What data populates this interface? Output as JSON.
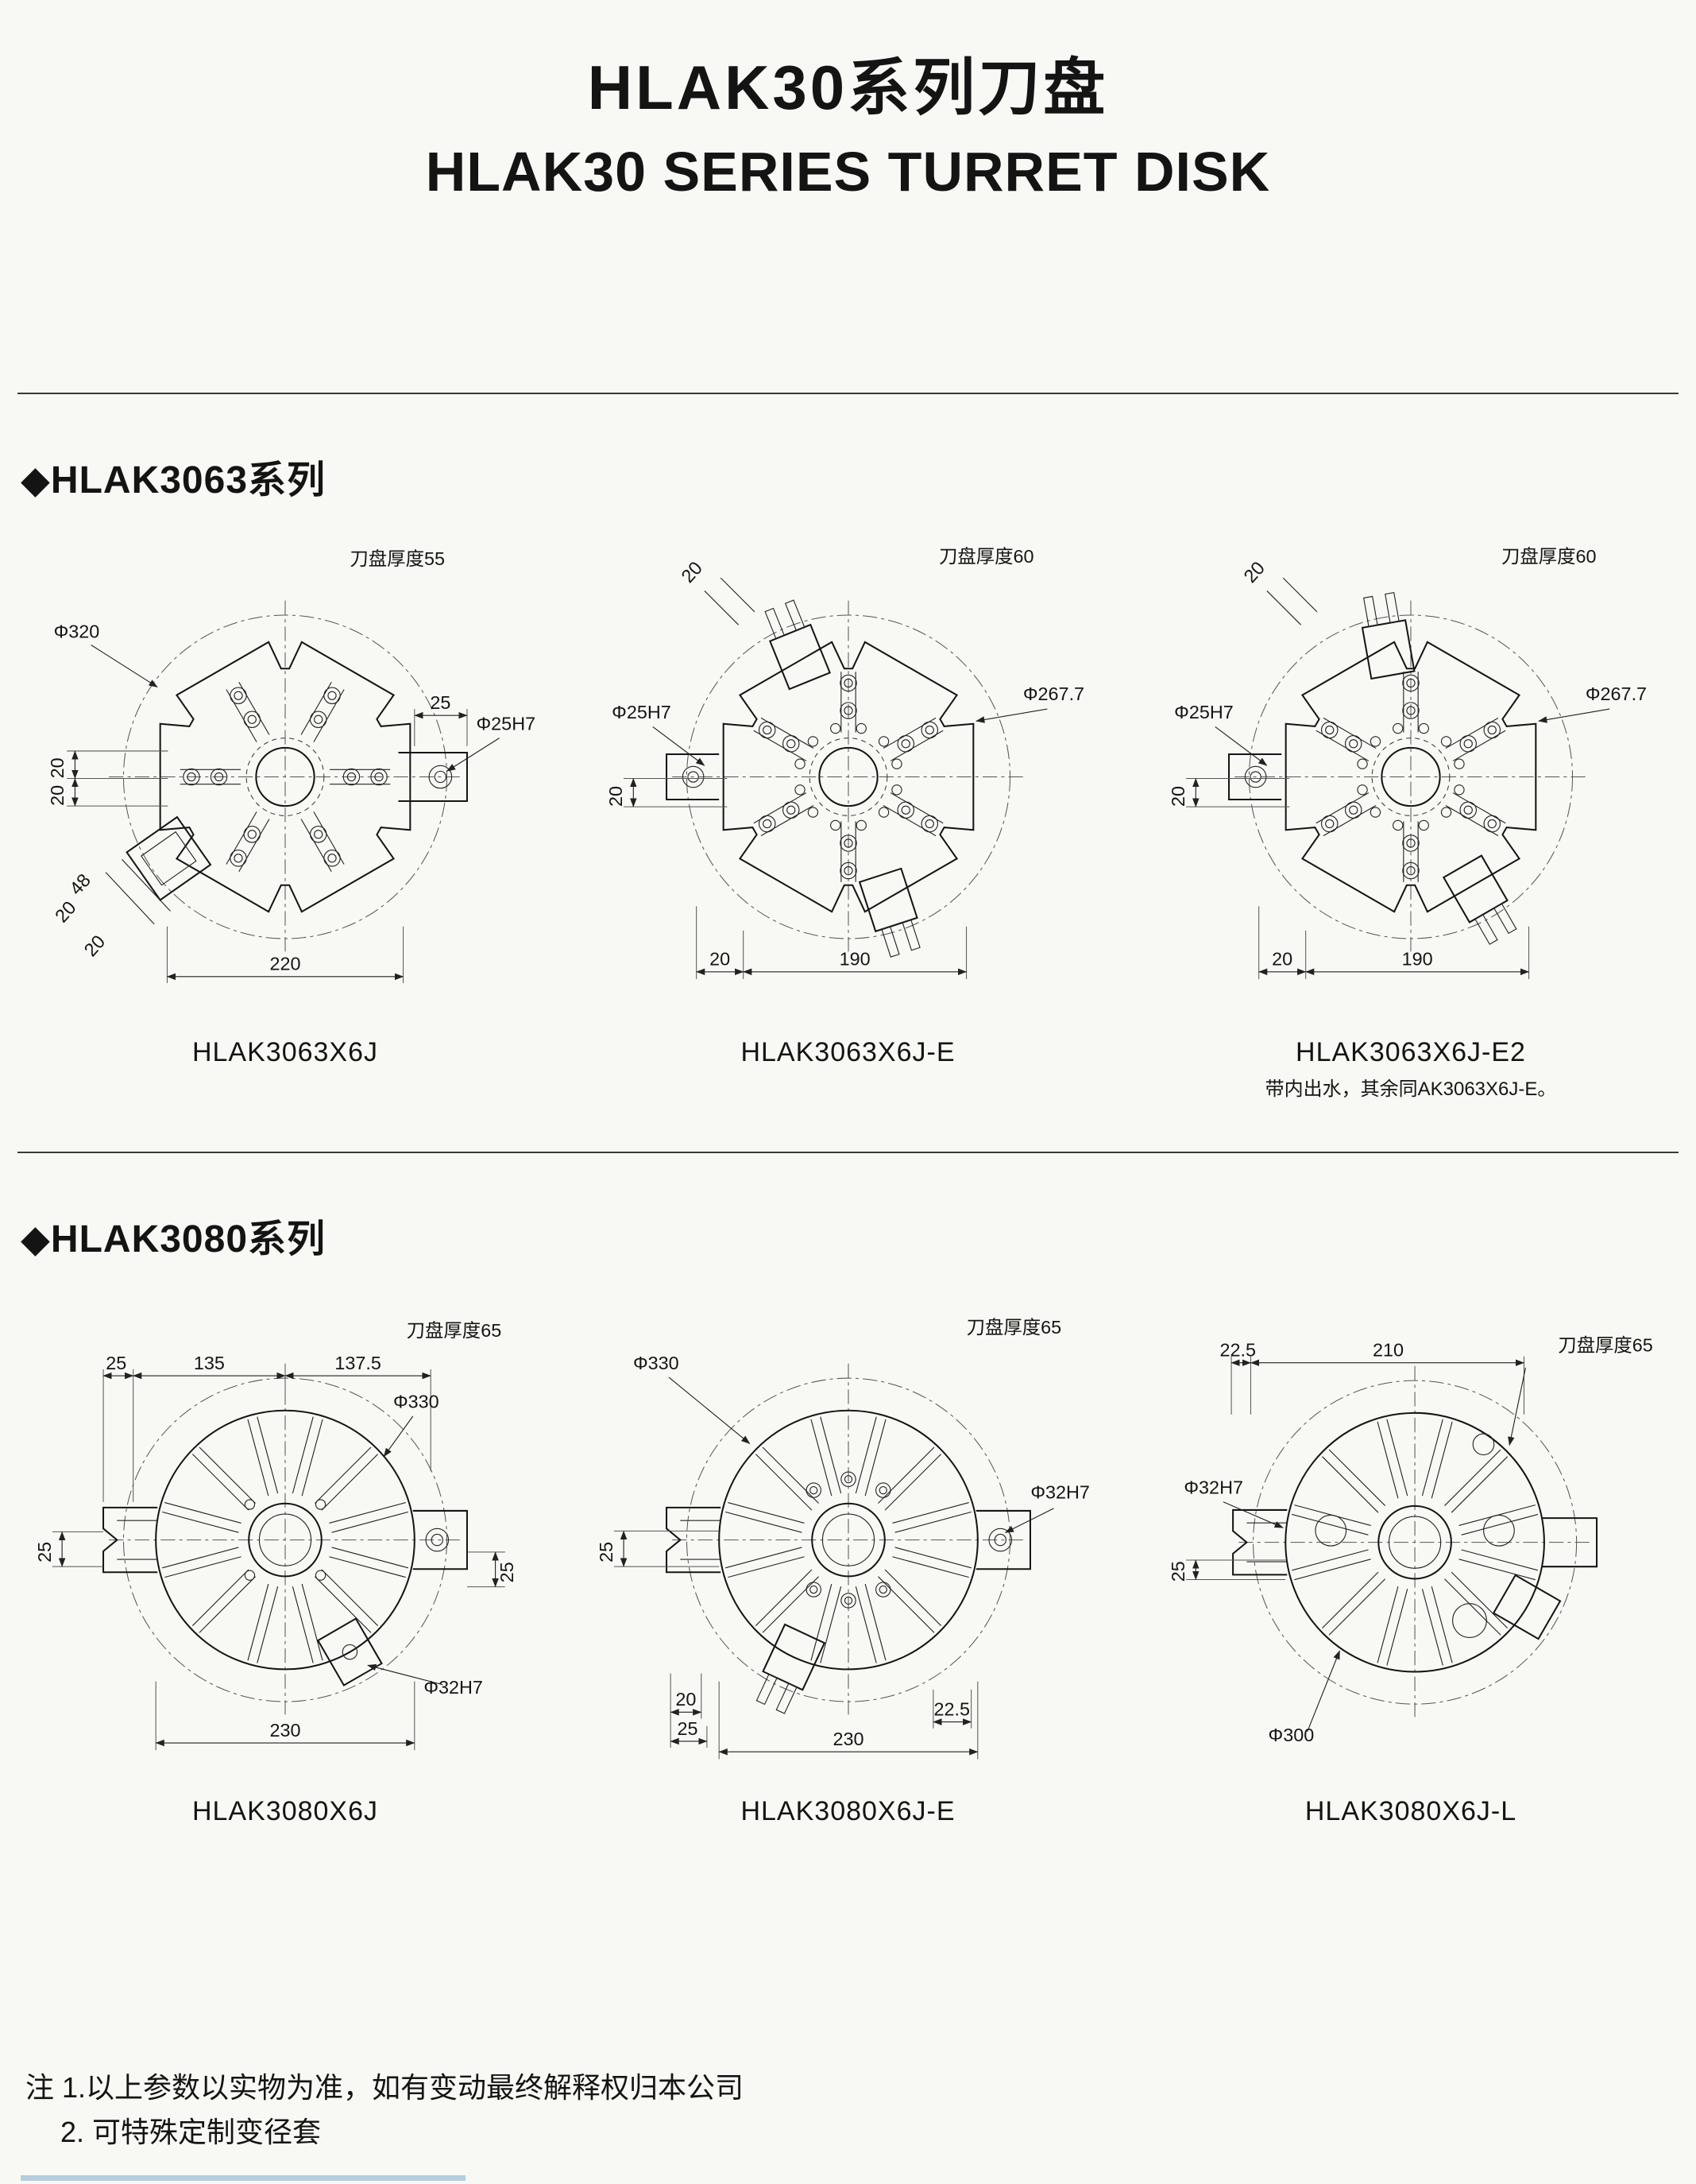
{
  "page": {
    "title_zh": "HLAK30系列刀盘",
    "title_en": "HLAK30 SERIES TURRET DISK",
    "notes": [
      "注 1.以上参数以实物为准，如有变动最终解释权归本公司",
      "2. 可特殊定制变径套"
    ]
  },
  "sections": [
    {
      "header": "◆HLAK3063系列",
      "figures": [
        {
          "caption": "HLAK3063X6J",
          "ann": {
            "thickness": "刀盘厚度55",
            "outer_dia": "Φ320",
            "top_25": "25",
            "bore": "Φ25H7",
            "left_20a": "20",
            "left_20b": "20",
            "diag_48": "48",
            "diag_20a": "20",
            "diag_20b": "20",
            "width_220": "220"
          }
        },
        {
          "caption": "HLAK3063X6J-E",
          "ann": {
            "top_20": "20",
            "thickness": "刀盘厚度60",
            "bore": "Φ25H7",
            "disk_dia": "Φ267.7",
            "left_20": "20",
            "bottom_20": "20",
            "bottom_190": "190"
          }
        },
        {
          "caption": "HLAK3063X6J-E2",
          "subcaption": "带内出水，其余同AK3063X6J-E。",
          "ann": {
            "top_20": "20",
            "thickness": "刀盘厚度60",
            "bore": "Φ25H7",
            "disk_dia": "Φ267.7",
            "left_20": "20",
            "bottom_20": "20",
            "bottom_190": "190"
          }
        }
      ]
    },
    {
      "header": "◆HLAK3080系列",
      "figures": [
        {
          "caption": "HLAK3080X6J",
          "ann": {
            "top_25": "25",
            "top_135": "135",
            "top_1375": "137.5",
            "thickness": "刀盘厚度65",
            "outer_dia": "Φ330",
            "left_25": "25",
            "right_25": "25",
            "bore": "Φ32H7",
            "width_230": "230"
          }
        },
        {
          "caption": "HLAK3080X6J-E",
          "ann": {
            "outer_dia": "Φ330",
            "thickness": "刀盘厚度65",
            "bore": "Φ32H7",
            "left_25": "25",
            "bottom_20": "20",
            "bottom_25": "25",
            "bottom_225": "22.5",
            "width_230": "230"
          }
        },
        {
          "caption": "HLAK3080X6J-L",
          "ann": {
            "top_225": "22.5",
            "top_210": "210",
            "thickness": "刀盘厚度65",
            "bore": "Φ32H7",
            "left_25": "25",
            "outer_dia": "Φ300"
          }
        }
      ]
    }
  ]
}
